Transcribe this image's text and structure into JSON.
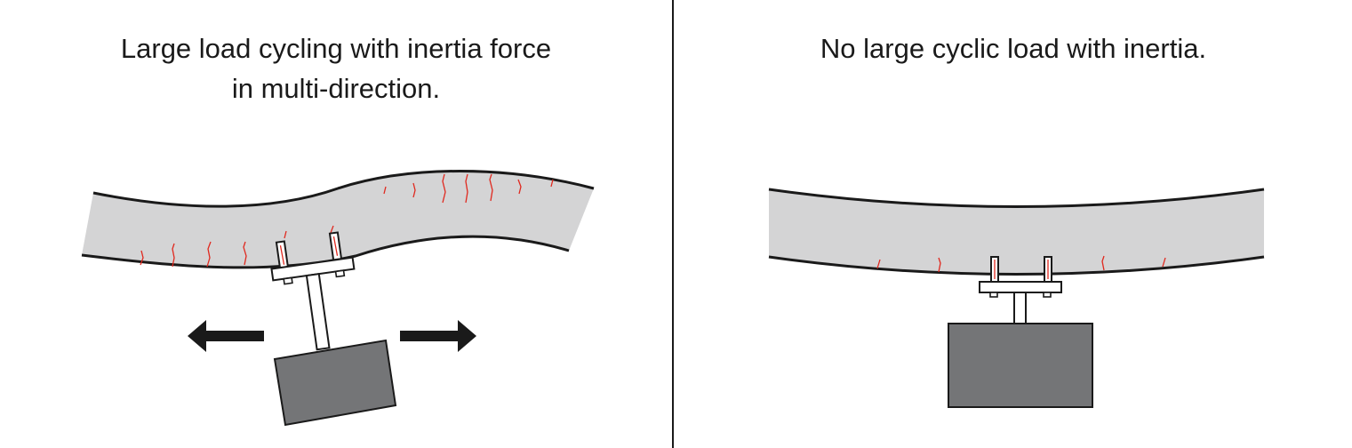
{
  "left_panel": {
    "caption_line1": "Large load cycling with inertia force",
    "caption_line2": "in multi-direction."
  },
  "right_panel": {
    "caption_line1": "No large cyclic load with inertia."
  },
  "colors": {
    "beam_fill": "#d4d4d5",
    "outline": "#1a1a1a",
    "crack": "#e0281e",
    "mass_fill": "#747577",
    "arrow": "#1a1a1a"
  }
}
